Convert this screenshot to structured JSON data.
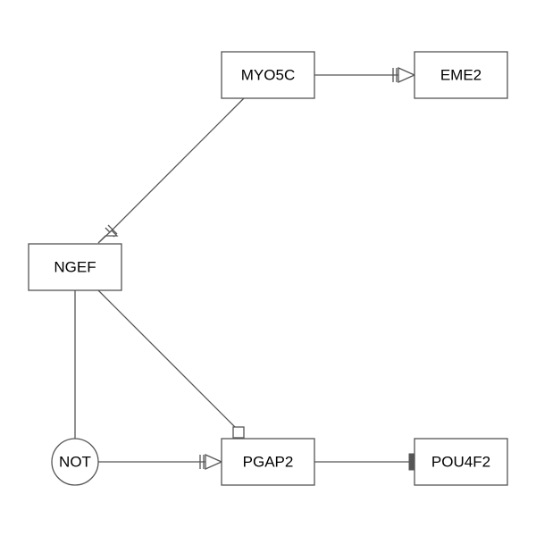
{
  "nodes": {
    "myo5c": "MYO5C",
    "eme2": "EME2",
    "ngef": "NGEF",
    "not": "NOT",
    "pgap2": "PGAP2",
    "pou4f2": "POU4F2"
  },
  "colors": {
    "stroke": "#555555",
    "background": "#ffffff",
    "text": "#000000"
  }
}
